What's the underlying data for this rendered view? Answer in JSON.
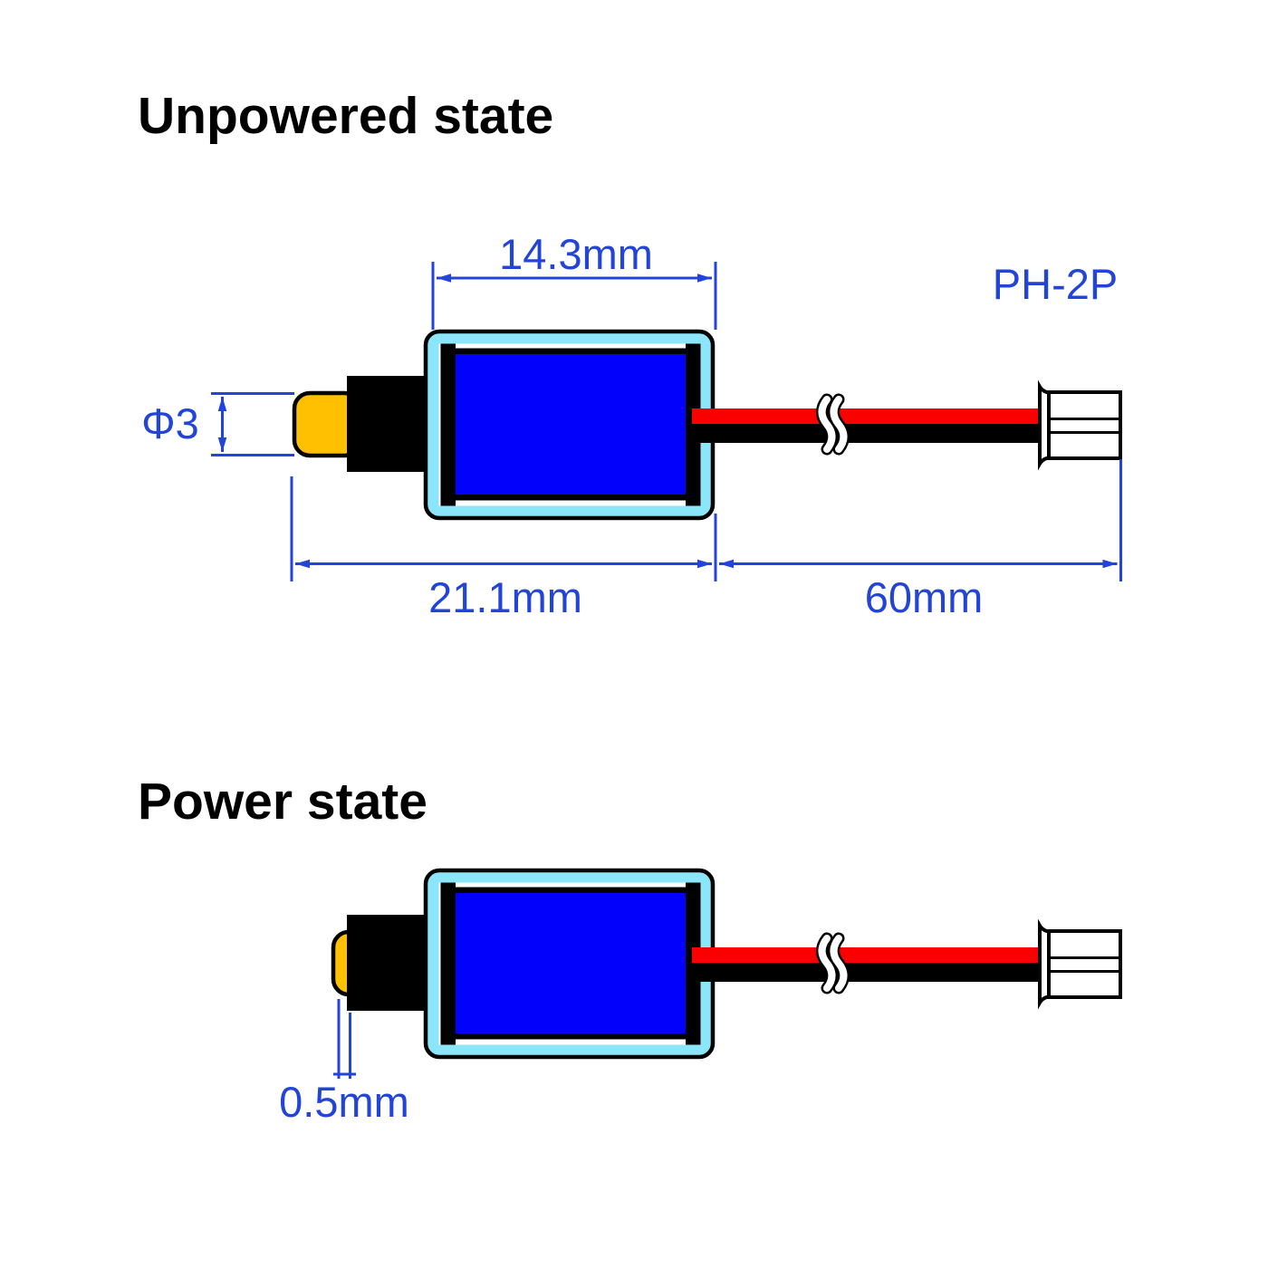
{
  "unpowered": {
    "title": "Unpowered state",
    "dim_body_width": "14.3mm",
    "connector_label": "PH-2P",
    "dim_plunger_diameter": "Φ3",
    "dim_total_length": "21.1mm",
    "dim_wire_length": "60mm"
  },
  "powered": {
    "title": "Power state",
    "dim_plunger_protrusion": "0.5mm"
  },
  "colors": {
    "dimension": "#2244d8",
    "outline": "#000000",
    "housing": "#8ce6fa",
    "coil": "#0202fc",
    "plunger": "#fec000",
    "wire_positive": "#fa0000",
    "wire_negative": "#000000",
    "connector": "#ffffff"
  }
}
